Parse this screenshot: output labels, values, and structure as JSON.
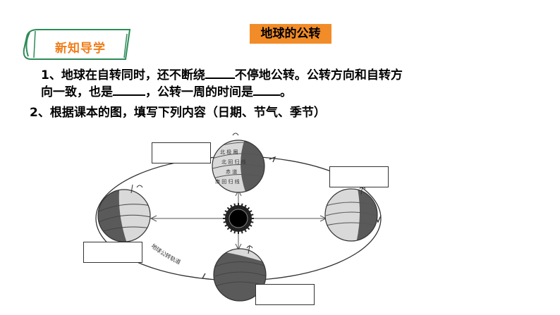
{
  "badge": {
    "label": "新知导学"
  },
  "title": "地球的公转",
  "q1": {
    "part1": "1、地球在自转同时，还不断绕",
    "part2": "不停地公转。公转方向和自转方",
    "part3": "向一致，也是",
    "part4": "，公转一周的时间是",
    "part5": "。"
  },
  "q2": "2、根据课本的图，填写下列内容（日期、节气、季节）",
  "diagram": {
    "orbit_label": "地球公转轨道",
    "globe_labels": [
      "北 极 圈",
      "北 回 归 线",
      "赤 道",
      "南 回 归 线"
    ],
    "colors": {
      "dark": "#5a5a5a",
      "light": "#d9d9d9",
      "accent": "#f28c28",
      "badge_border": "#2e8b57"
    }
  }
}
